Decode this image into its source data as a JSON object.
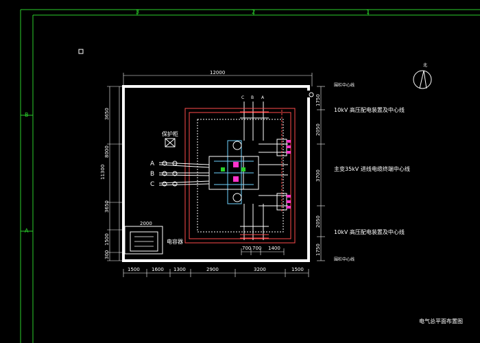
{
  "sheet": {
    "border_letters_top": [
      "3",
      "2",
      "1"
    ],
    "border_letters_left": [
      "B",
      "A"
    ],
    "title_block": "电气总平面布置图"
  },
  "colors": {
    "background": "#000000",
    "frame": "#2bd12b",
    "wall": "#ffffff",
    "busbar": "#ff4d4d",
    "equipment": "#6fd3ff",
    "magenta": "#ff33cc"
  },
  "plan": {
    "overall_width": "12000",
    "overall_height": "11300",
    "left_dims": [
      "3650",
      "8000",
      "3650",
      "1500",
      "300"
    ],
    "left_dims_2": [
      "3650",
      "3650"
    ],
    "right_dims": [
      "1750",
      "2050",
      "3700",
      "2050",
      "1750"
    ],
    "bottom_dims": [
      "1500",
      "1600",
      "1300",
      "2900",
      "3200",
      "1500"
    ],
    "inner_dims": [
      "700",
      "700",
      "1400"
    ],
    "small_box_dim": "2000",
    "phases": [
      "A",
      "B",
      "C"
    ],
    "phases_top": [
      "C",
      "B",
      "A"
    ]
  },
  "labels": {
    "guard_room": "保护柜",
    "cabinet": "电容器",
    "top_right": "围栏中心线",
    "feeder_10kv_top": "10kV 高压配电装置及中心线",
    "main_35kv": "主变35kV 进线电缆终端中心线",
    "feeder_10kv_bottom": "10kV 高压配电装置及中心线",
    "bottom_right": "围栏中心线",
    "north": "北"
  }
}
